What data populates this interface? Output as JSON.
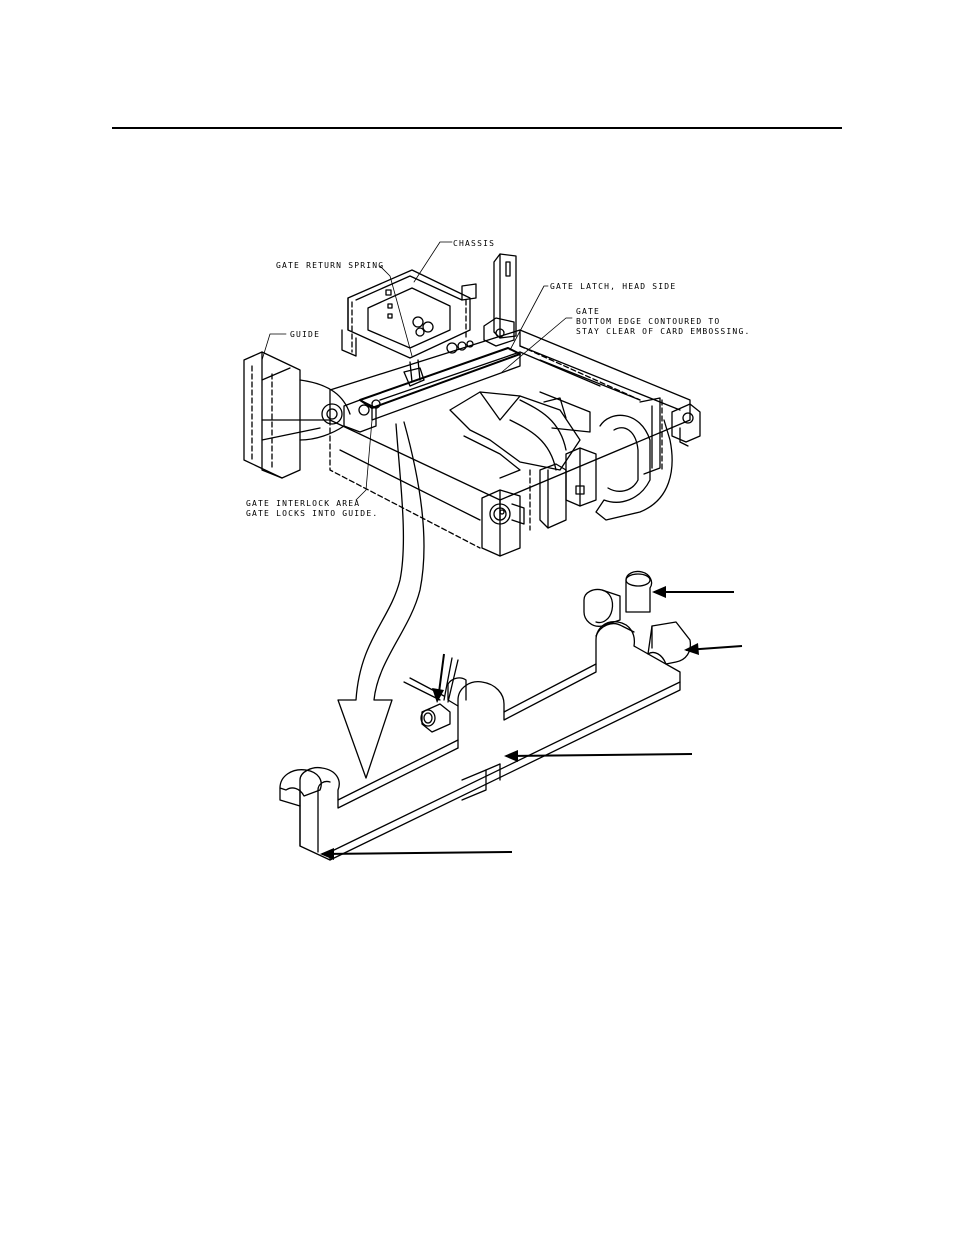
{
  "labels": {
    "chassis": "CHASSIS",
    "gate_return_spring": "GATE RETURN SPRING",
    "gate_latch_head_side": "GATE LATCH, HEAD SIDE",
    "gate_line1": "GATE",
    "gate_line2": "BOTTOM EDGE CONTOURED TO",
    "gate_line3": "STAY CLEAR OF CARD EMBOSSING.",
    "guide": "GUIDE",
    "interlock_line1": "GATE INTERLOCK AREA",
    "interlock_line2": "GATE LOCKS INTO GUIDE."
  }
}
